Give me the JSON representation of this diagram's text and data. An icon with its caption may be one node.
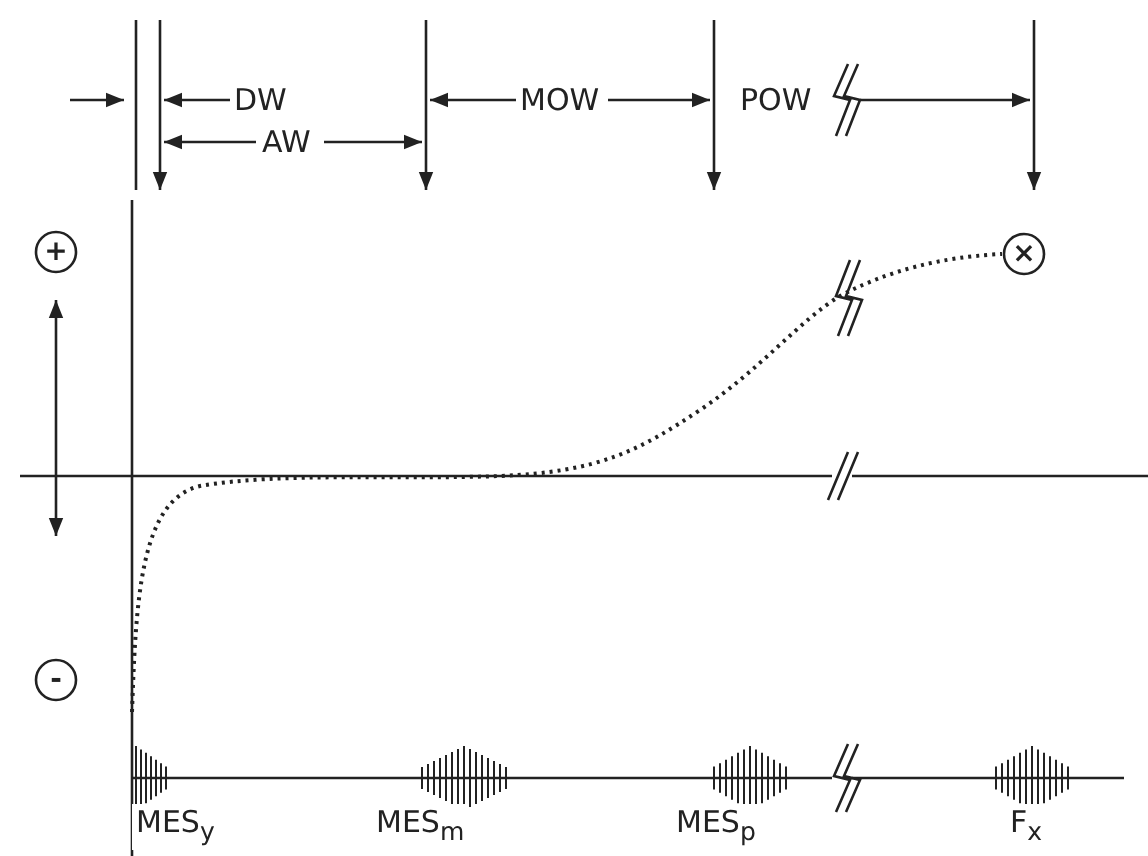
{
  "diagram": {
    "labels": [
      "DW",
      "MOW",
      "POW",
      "AW",
      "+",
      "×",
      "-",
      "MES$_{y}$",
      "MES$_{m}$",
      "MES$_{p}$",
      "F$_{x}$"
    ]
  }
}
